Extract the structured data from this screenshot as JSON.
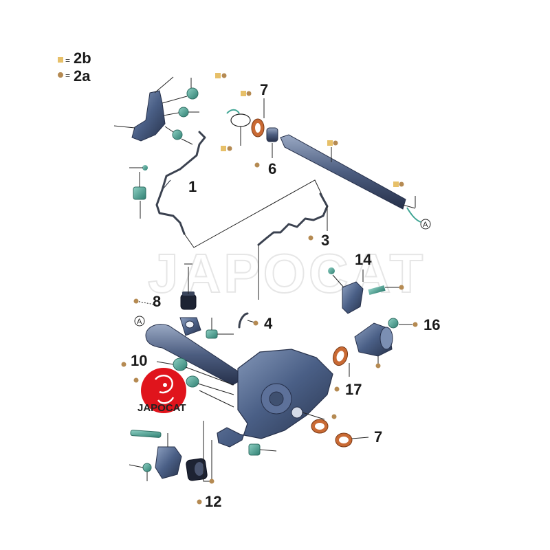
{
  "legend": [
    {
      "symbol": "square",
      "eq": "=",
      "label": "2b"
    },
    {
      "symbol": "dot",
      "eq": "=",
      "label": "2a"
    }
  ],
  "callouts": [
    {
      "id": "c1",
      "label": "1"
    },
    {
      "id": "c3",
      "label": "3"
    },
    {
      "id": "c4",
      "label": "4"
    },
    {
      "id": "c6",
      "label": "6"
    },
    {
      "id": "c7a",
      "label": "7"
    },
    {
      "id": "c7b",
      "label": "7"
    },
    {
      "id": "c8",
      "label": "8"
    },
    {
      "id": "c10",
      "label": "10"
    },
    {
      "id": "c12",
      "label": "12"
    },
    {
      "id": "c14",
      "label": "14"
    },
    {
      "id": "c16",
      "label": "16"
    },
    {
      "id": "c17",
      "label": "17"
    }
  ],
  "ref_markers": [
    {
      "id": "refA1",
      "label": "A"
    },
    {
      "id": "refA2",
      "label": "A"
    }
  ],
  "watermark": "JAPOCAT",
  "logo": {
    "text": "JAPOCAT"
  },
  "colors": {
    "part_blue": "#4a5f86",
    "part_dark": "#2d3a55",
    "teal": "#4fa597",
    "seal_orange": "#c96a34",
    "dot": "#b58a52",
    "square": "#e7c069",
    "logo_red": "#e0141c"
  }
}
